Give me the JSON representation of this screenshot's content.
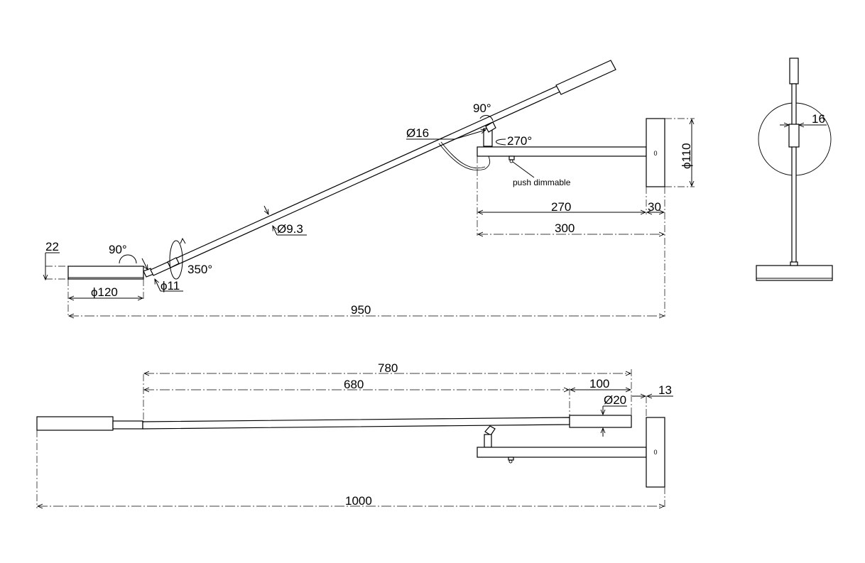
{
  "dimensions": {
    "d22": "22",
    "a90_left": "90°",
    "d120": "ϕ120",
    "d11": "ϕ11",
    "a350": "350°",
    "d93": "Ø9.3",
    "d950": "950",
    "a90_top": "90°",
    "d16_arm": "Ø16",
    "a270": "270°",
    "d110": "ϕ110",
    "d270": "270",
    "d30": "30",
    "d300": "300",
    "d16_side": "16",
    "d780": "780",
    "d680": "680",
    "d100": "100",
    "d20": "Ø20",
    "d13": "13",
    "d1000": "1000"
  },
  "notes": {
    "push_dimmable": "push dimmable",
    "plate_mark_top": "0",
    "plate_mark_bottom": "0"
  }
}
